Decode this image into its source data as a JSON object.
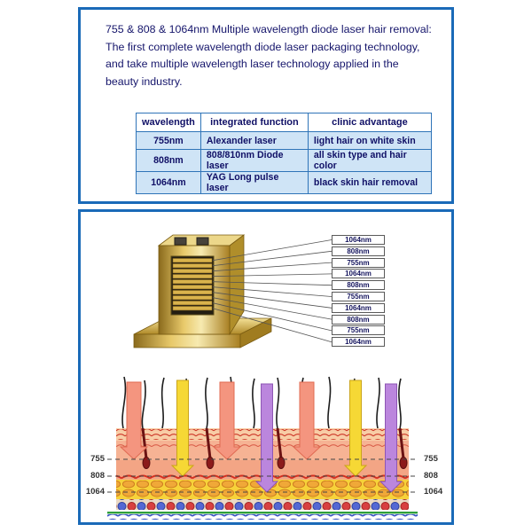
{
  "header": {
    "intro_lines": [
      "755 & 808 & 1064nm Multiple wavelength diode laser hair removal:",
      "The first complete wavelength diode laser packaging technology,",
      "and take multiple  wavelength laser technology applied in the",
      "beauty industry."
    ]
  },
  "table": {
    "headers": [
      "wavelength",
      "integrated function",
      "clinic advantage"
    ],
    "rows": [
      [
        "755nm",
        "Alexander laser",
        "light hair on white skin"
      ],
      [
        "808nm",
        "808/810nm Diode laser",
        "all skin type and hair color"
      ],
      [
        "1064nm",
        "YAG  Long pulse laser",
        "black skin hair removal"
      ]
    ]
  },
  "stack": {
    "labels": [
      "1064nm",
      "808nm",
      "755nm",
      "1064nm",
      "808nm",
      "755nm",
      "1064nm",
      "808nm",
      "755nm",
      "1064nm"
    ]
  },
  "skin": {
    "left_labels": [
      "755",
      "808",
      "1064"
    ],
    "right_labels": [
      "755",
      "808",
      "1064"
    ]
  },
  "colors": {
    "panel_border": "#1a6ab8",
    "text_navy": "#15156b",
    "table_border": "#2f74b8",
    "table_row_bg": "#cfe4f6",
    "gold": "#d9b34c",
    "arrow_755": "#f4957f",
    "arrow_808": "#f6d835",
    "arrow_1064": "#bb86dd"
  }
}
